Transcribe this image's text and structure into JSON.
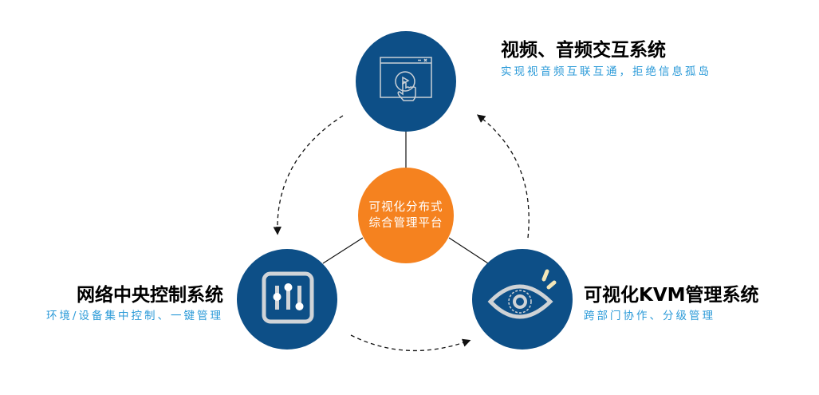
{
  "center": {
    "line1": "可视化分布式",
    "line2": "综合管理平台"
  },
  "nodes": {
    "top": {
      "title": "视频、音频交互系统",
      "subtitle": "实现视音频互联互通，拒绝信息孤岛",
      "icon": "touch-play-window-icon"
    },
    "left": {
      "title": "网络中央控制系统",
      "subtitle": "环境/设备集中控制、一键管理",
      "icon": "sliders-icon"
    },
    "right": {
      "title": "可视化KVM管理系统",
      "subtitle": "跨部门协作、分级管理",
      "icon": "eye-icon"
    }
  },
  "colors": {
    "node": "#0d4f87",
    "center": "#f5821f",
    "subtitle": "#2b9ad8",
    "icon": "#d0d4d8"
  }
}
